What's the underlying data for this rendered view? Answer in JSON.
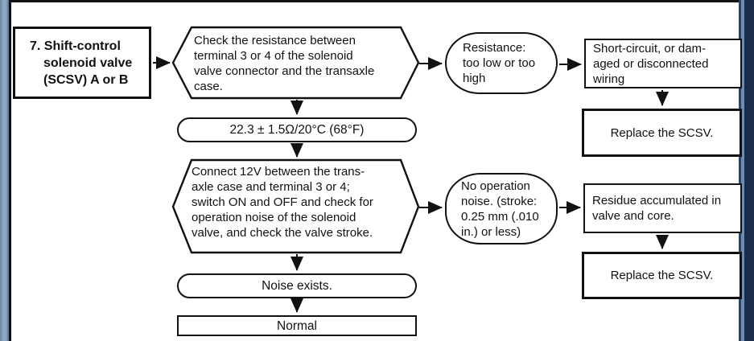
{
  "page": {
    "kind": "troubleshooting-flowchart",
    "background": "#ffffff",
    "line_color": "#111111",
    "left_border_color": "#8ba2bc",
    "right_border_color": "#1b2c49"
  },
  "nodes": {
    "start": {
      "label": "7. Shift-control\nsolenoid valve\n(SCSV) A or B"
    },
    "step1": {
      "label": "Check the resistance between\nterminal 3 or 4 of the solenoid\nvalve connector and the transaxle\ncase."
    },
    "spec1": {
      "label": "22.3 ± 1.5Ω/20°C (68°F)"
    },
    "result1": {
      "label": "Resistance:\ntoo low or too\nhigh"
    },
    "cause1": {
      "label": "Short-circuit, or dam-\naged or disconnected\nwiring"
    },
    "action1": {
      "label": "Replace the SCSV."
    },
    "step2": {
      "label": "Connect 12V between the trans-\naxle case and terminal 3 or 4;\nswitch ON and OFF and check for\noperation noise of the solenoid\nvalve, and check the valve stroke."
    },
    "result2": {
      "label": "No operation\nnoise. (stroke:\n0.25 mm (.010\nin.) or less)"
    },
    "cause2": {
      "label": "Residue accumulated in\nvalve and core."
    },
    "action2": {
      "label": "Replace the SCSV."
    },
    "outcome2": {
      "label": "Noise exists."
    },
    "final": {
      "label": "Normal"
    }
  }
}
